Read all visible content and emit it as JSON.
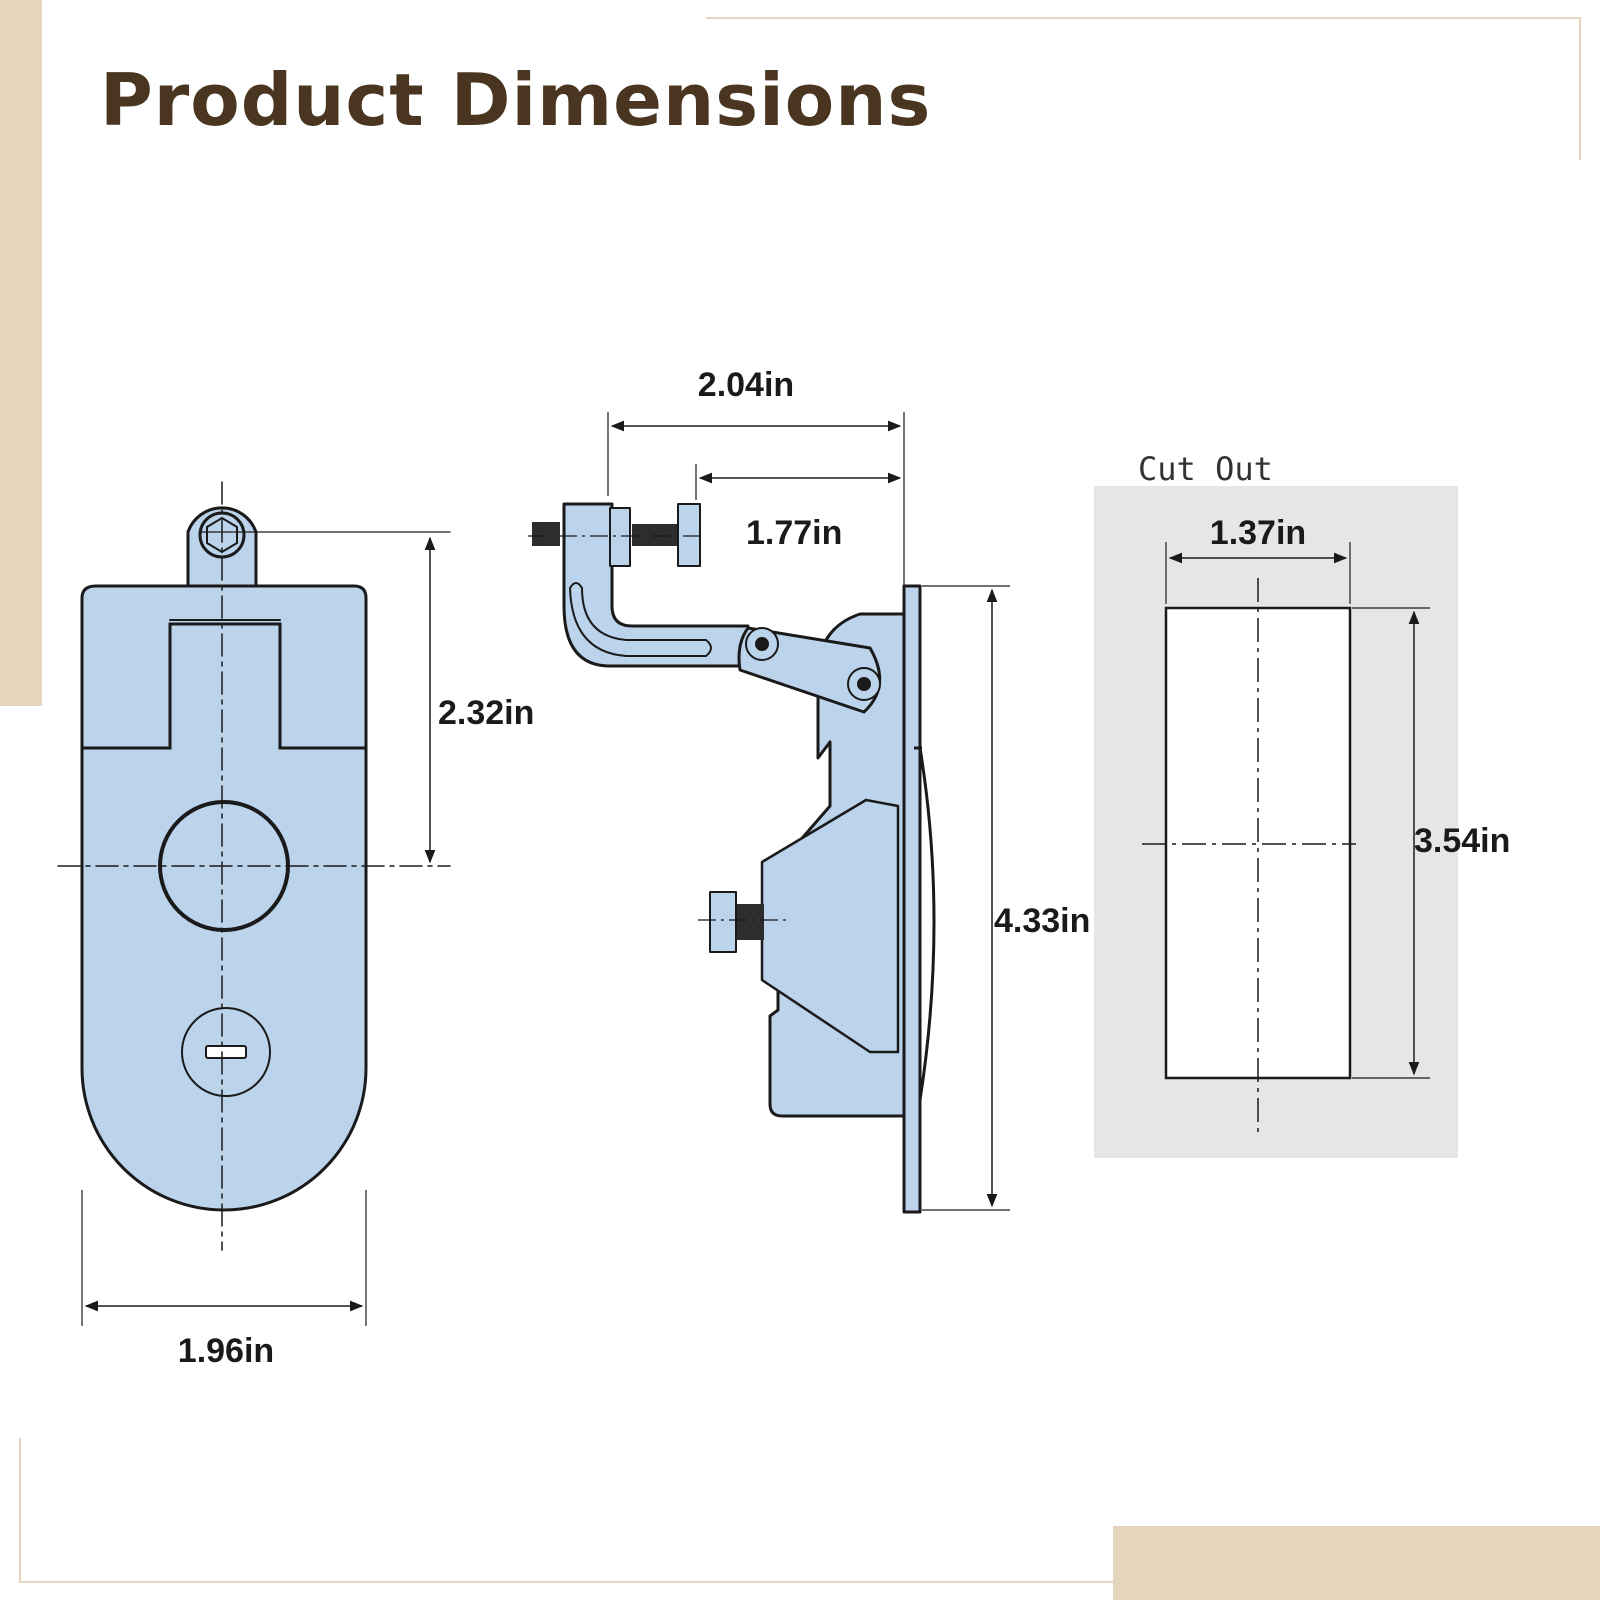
{
  "title": "Product Dimensions",
  "colors": {
    "title": "#4a3520",
    "accent": "#e6d5bd",
    "part_fill": "#bcd3ec",
    "cutout_bg": "#e6e6e6",
    "line": "#1a1a1a"
  },
  "front_view": {
    "width_label": "1.96in",
    "height_label": "2.32in"
  },
  "side_view": {
    "overall_depth_label": "2.04in",
    "bolt_depth_label": "1.77in",
    "height_label": "4.33in"
  },
  "cutout": {
    "title": "Cut Out",
    "width_label": "1.37in",
    "height_label": "3.54in"
  }
}
